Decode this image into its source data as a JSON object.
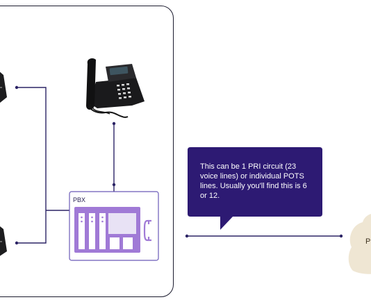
{
  "pbx": {
    "label": "PBX"
  },
  "callout": {
    "text": "This can be 1 PRI circuit (23 voice lines) or individual POTS lines. Usually you'll find this is 6 or 12."
  },
  "cloud": {
    "label": "P"
  },
  "colors": {
    "accent": "#2d1a73",
    "pbx_purple": "#a07ad6",
    "line": "#2b2365",
    "cloud": "#efe6d3",
    "frame": "#1b1b2e"
  },
  "icons": [
    "desk-phone-icon",
    "pbx-unit-icon",
    "handset-icon",
    "cloud-icon"
  ]
}
